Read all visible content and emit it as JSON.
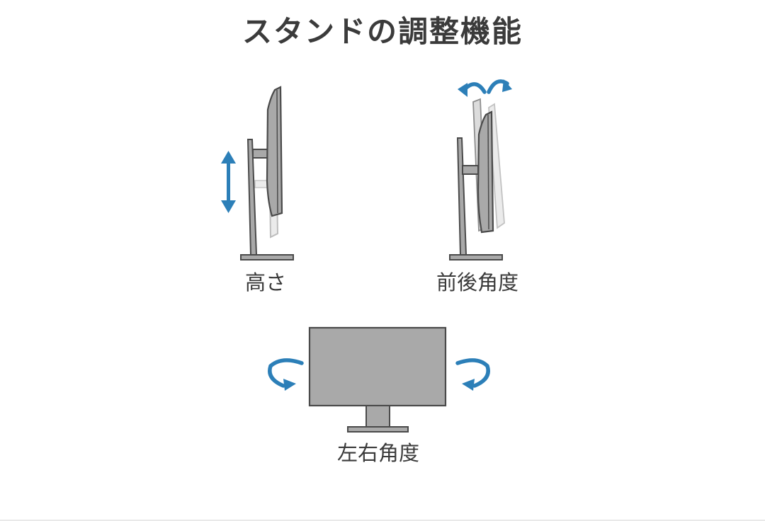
{
  "title": "スタンドの調整機能",
  "colors": {
    "monitor_fill": "#a9a9a9",
    "monitor_stroke": "#4a4a4a",
    "arrow": "#2c7fb8",
    "ghost": "#e4e4e4",
    "text": "#3a3a3a"
  },
  "features": [
    {
      "label": "高さ",
      "icon": "height-adjust-arrow-icon"
    },
    {
      "label": "前後角度",
      "icon": "tilt-rotate-arrows-icon"
    },
    {
      "label": "左右角度",
      "icon": "swivel-rotate-arrows-icon"
    }
  ]
}
